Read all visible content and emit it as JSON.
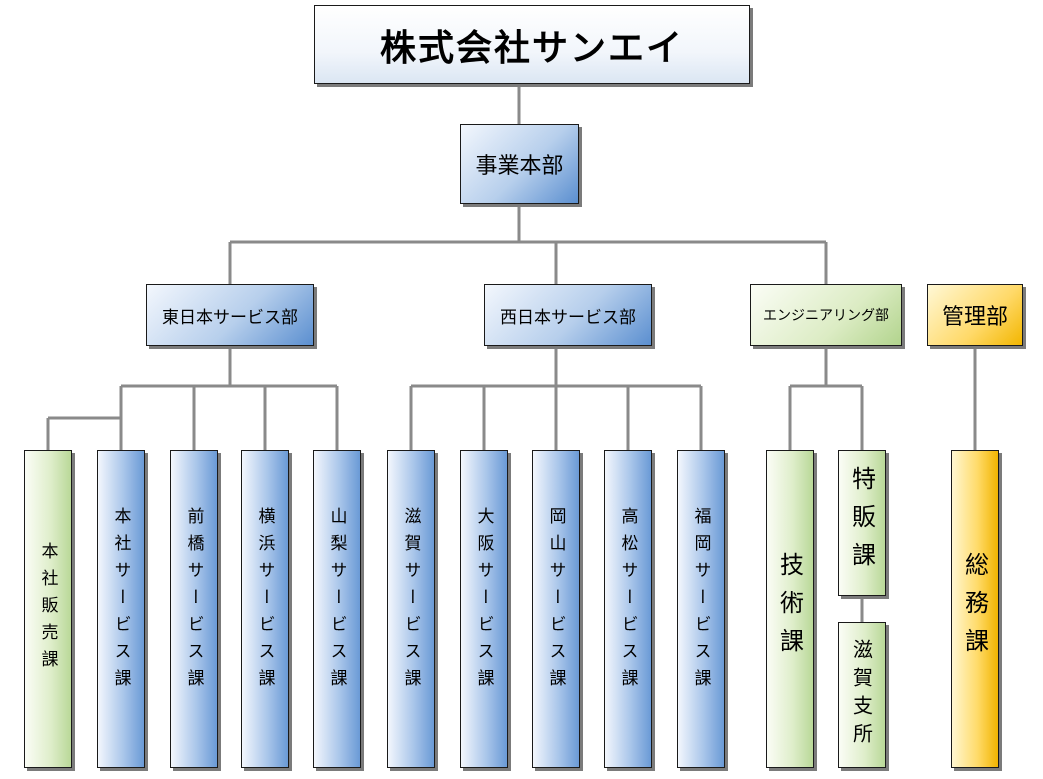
{
  "company": {
    "name": "株式会社サンエイ"
  },
  "division": {
    "name": "事業本部"
  },
  "departments": {
    "east": "東日本サービス部",
    "west": "西日本サービス部",
    "engineering": "エンジニアリング部",
    "admin": "管理部"
  },
  "east_sections": [
    "本社販売課",
    "本社サービス課",
    "前橋サービス課",
    "横浜サービス課",
    "山梨サービス課"
  ],
  "west_sections": [
    "滋賀サービス課",
    "大阪サービス課",
    "岡山サービス課",
    "高松サービス課",
    "福岡サービス課"
  ],
  "engineering_sections": {
    "tech": "技術課",
    "special_sales": "特販課",
    "shiga_branch": "滋賀支所"
  },
  "admin_sections": {
    "general_affairs": "総務課"
  },
  "colors": {
    "connector": "#8a8a8a",
    "blue_accent": "#5b8fd0",
    "green_accent": "#b2d48d",
    "yellow_accent": "#f2b600"
  }
}
